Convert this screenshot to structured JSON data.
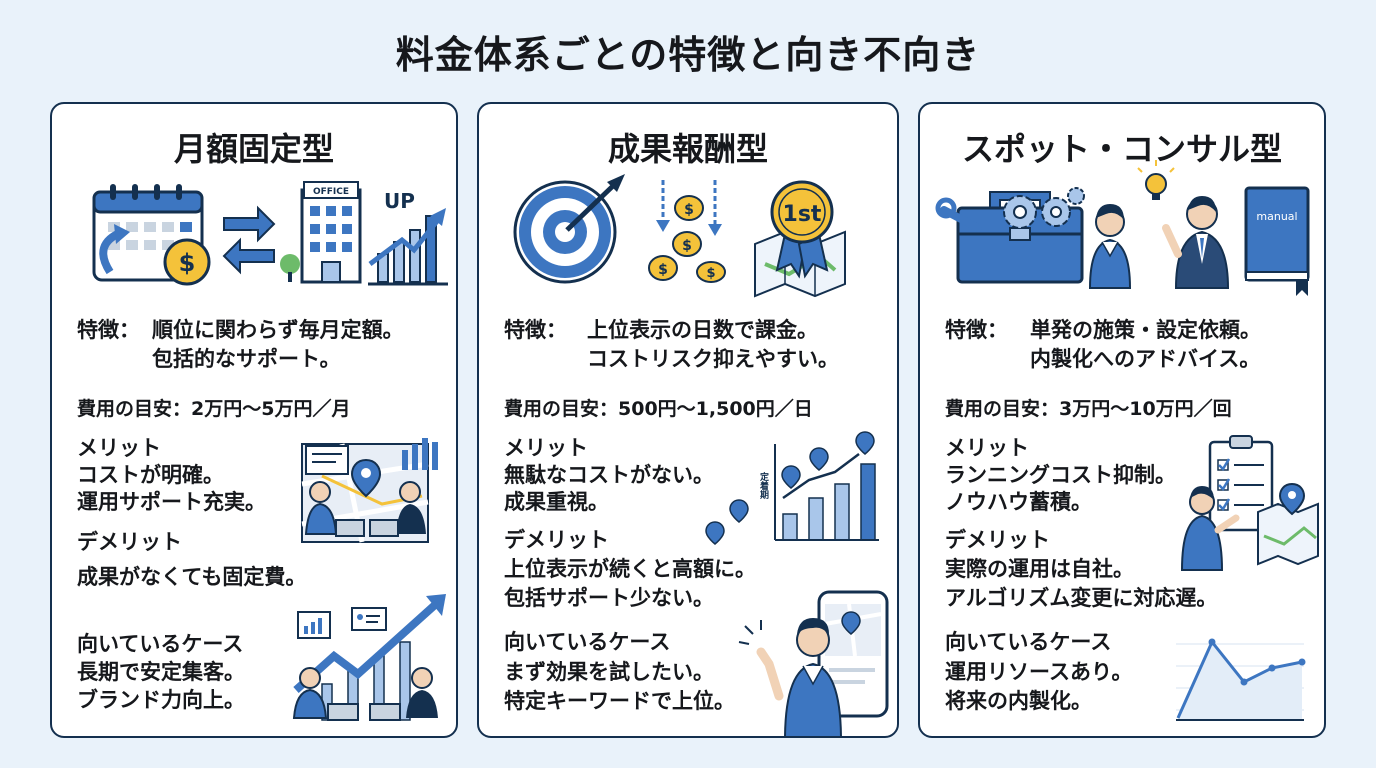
{
  "title": "料金体系ごとの特徴と向き不向き",
  "cards": [
    {
      "title": "月額固定型",
      "feature_label": "特徴：",
      "feature_1": "順位に関わらず毎月定額。",
      "feature_2": "包括的なサポート。",
      "cost": "費用の目安：2万円〜5万円／月",
      "merit_heading": "メリット",
      "merit_1": "コストが明確。",
      "merit_2": "運用サポート充実。",
      "demerit_heading": "デメリット",
      "demerit_1": "成果がなくても固定費。",
      "case_heading": "向いているケース",
      "case_1": "長期で安定集客。",
      "case_2": "ブランド力向上。",
      "icon_text_office": "OFFICE",
      "icon_text_up": "UP"
    },
    {
      "title": "成果報酬型",
      "feature_label": "特徴：",
      "feature_1": "上位表示の日数で課金。",
      "feature_2": "コストリスク抑えやすい。",
      "cost": "費用の目安：500円〜1,500円／日",
      "merit_heading": "メリット",
      "merit_1": "無駄なコストがない。",
      "merit_2": "成果重視。",
      "demerit_heading": "デメリット",
      "demerit_1": "上位表示が続くと高額に。",
      "demerit_2": "包括サポート少ない。",
      "case_heading": "向いているケース",
      "case_1": "まず効果を試したい。",
      "case_2": "特定キーワードで上位。",
      "icon_text_1st": "1st",
      "icon_text_chart": "定着期"
    },
    {
      "title": "スポット・コンサル型",
      "feature_label": "特徴：",
      "feature_1": "単発の施策・設定依頼。",
      "feature_2": "内製化へのアドバイス。",
      "cost": "費用の目安：3万円〜10万円／回",
      "merit_heading": "メリット",
      "merit_1": "ランニングコスト抑制。",
      "merit_2": "ノウハウ蓄積。",
      "demerit_heading": "デメリット",
      "demerit_1": "実際の運用は自社。",
      "demerit_2": "アルゴリズム変更に対応遅。",
      "case_heading": "向いているケース",
      "case_1": "運用リソースあり。",
      "case_2": "将来の内製化。",
      "icon_text_manual": "manual"
    }
  ],
  "colors": {
    "blue": "#3d76c1",
    "light_blue": "#a9c6ea",
    "navy": "#14304f",
    "gold": "#f4c23a",
    "green": "#6dbb6a",
    "background": "#e9f2fa"
  },
  "icons": [
    "calendar-icon",
    "dollar-coin-icon",
    "exchange-arrows-icon",
    "office-building-icon",
    "growth-chart-icon",
    "target-icon",
    "falling-coins-icon",
    "first-place-medal-icon",
    "map-icon",
    "toolbox-icon",
    "gear-icon",
    "consultant-icon",
    "manual-book-icon",
    "checklist-icon",
    "location-pin-icon",
    "smartphone-icon",
    "line-chart-icon"
  ]
}
